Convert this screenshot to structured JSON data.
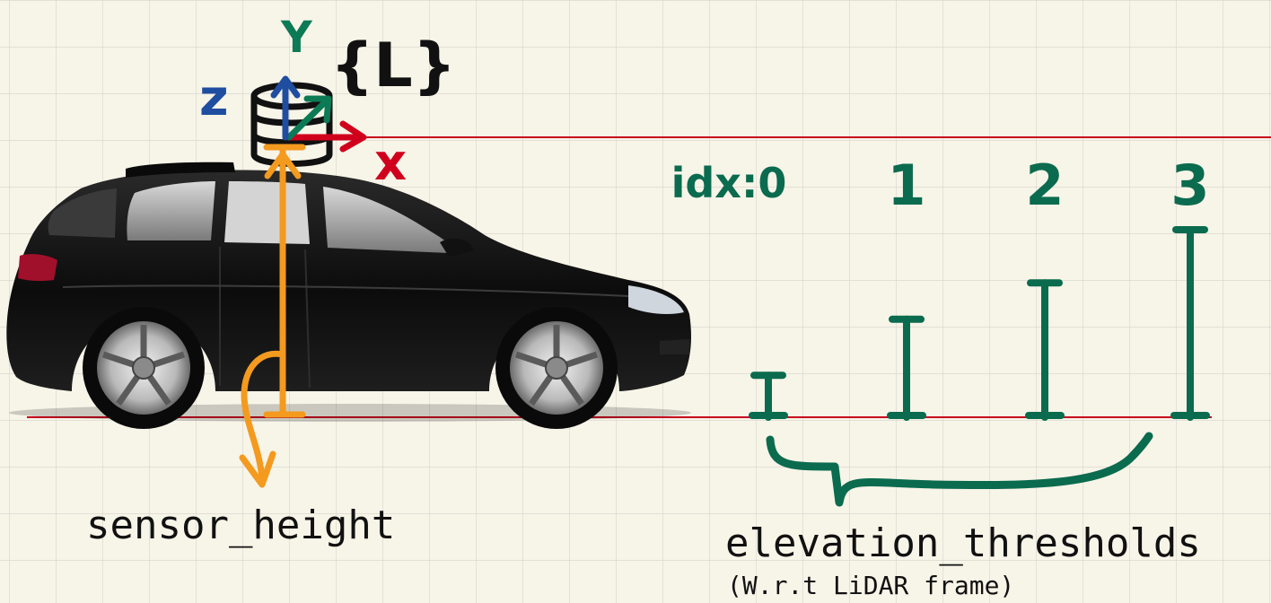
{
  "labels": {
    "sensor_height": "sensor_height",
    "elevation_thresholds": "elevation_thresholds",
    "wrt_note": "(W.r.t LiDAR frame)",
    "frame_name": "{L}",
    "axis_x": "x",
    "axis_y": "Y",
    "axis_z": "z"
  },
  "thresholds": [
    {
      "label": "idx:0",
      "level": 0.15
    },
    {
      "label": "1",
      "level": 0.35
    },
    {
      "label": "2",
      "level": 0.48
    },
    {
      "label": "3",
      "level": 0.67
    }
  ],
  "colors": {
    "background": "#f7f4e8",
    "grid": "#d6d4cc",
    "reference_line": "#c8001e",
    "sensor_height": "#f39a1f",
    "thresholds": "#0b6b4e",
    "axis_z": "#1f4ea0",
    "axis_y": "#0b7a55",
    "axis_x": "#d0001c",
    "car_body": "#141414",
    "text": "#111111"
  },
  "icons": {
    "lidar": "lidar-sensor-icon",
    "car": "car-icon"
  }
}
